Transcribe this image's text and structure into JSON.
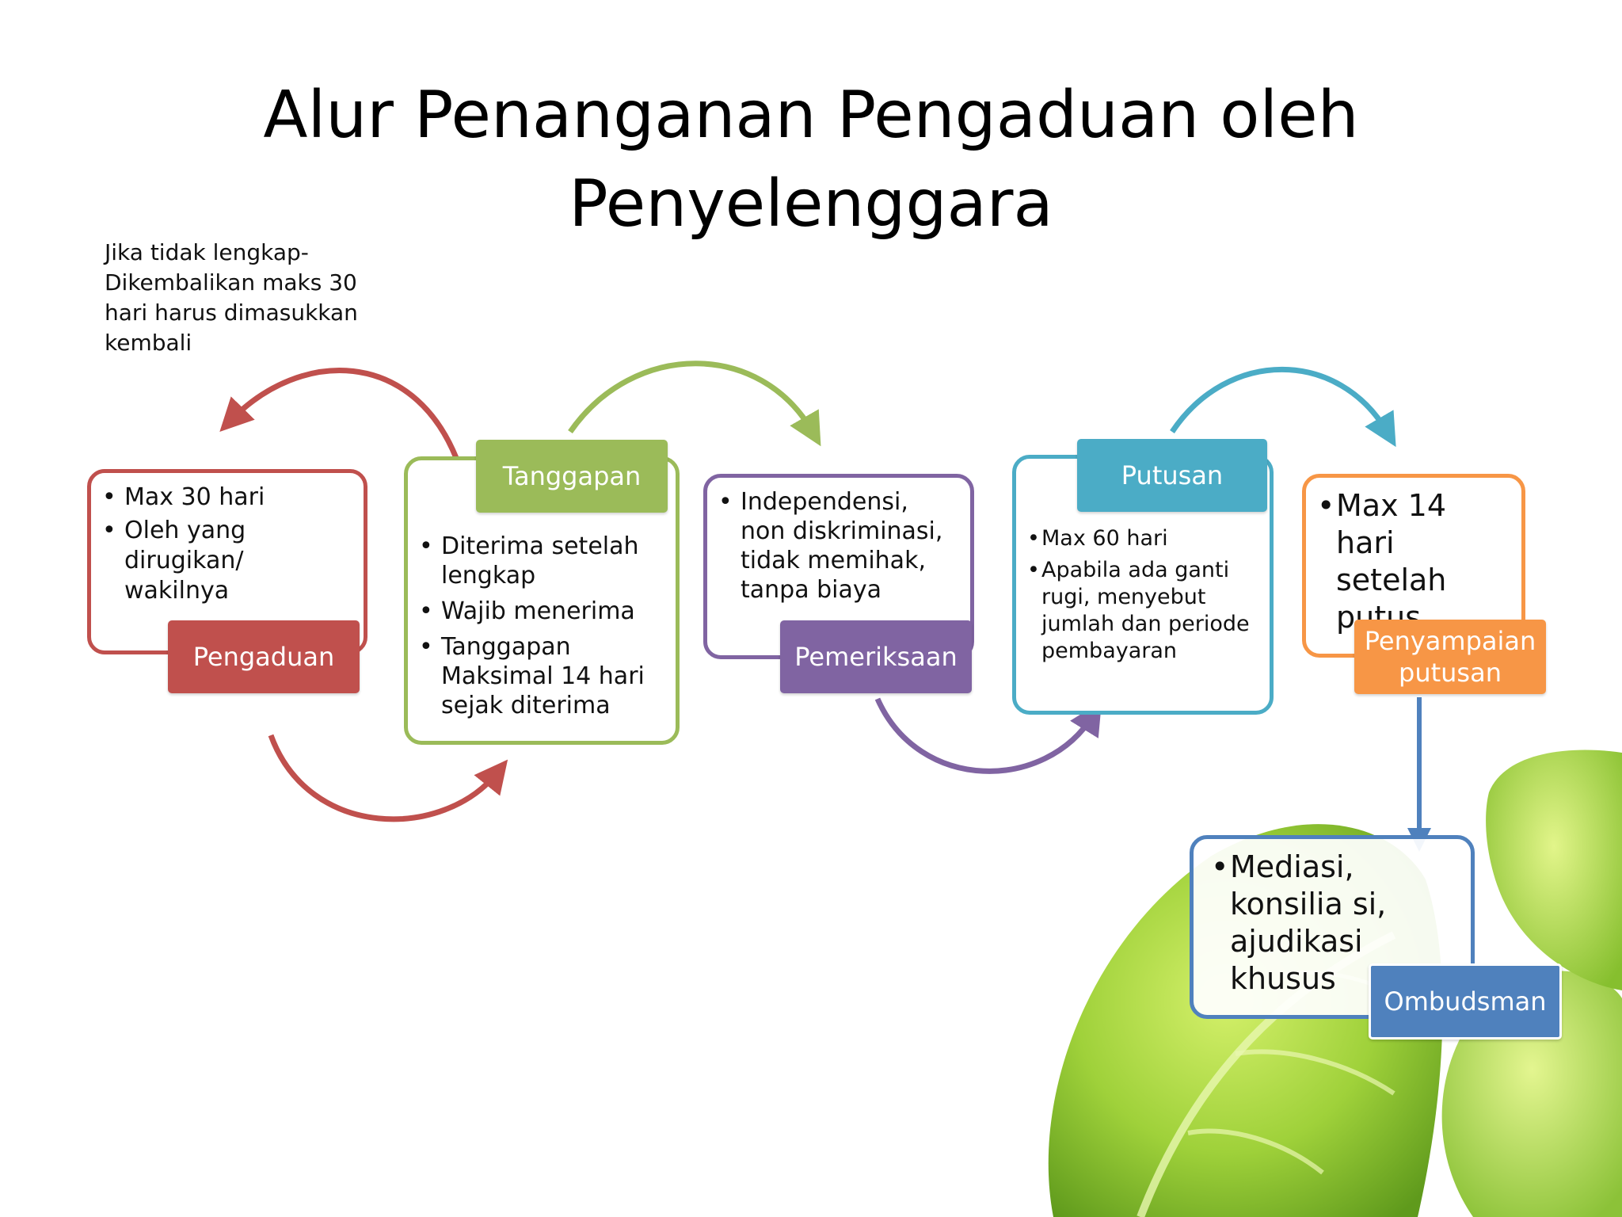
{
  "title": {
    "line1": "Alur Penanganan Pengaduan oleh",
    "line2": "Penyelenggara"
  },
  "note": {
    "line1": "Jika tidak lengkap-",
    "line2": "Dikembalikan maks 30",
    "line3": "hari harus dimasukkan",
    "line4": "kembali"
  },
  "steps": {
    "pengaduan": {
      "label": "Pengaduan",
      "color": "#c0504d",
      "bullets": [
        "Max 30 hari",
        "Oleh yang dirugikan/ wakilnya"
      ]
    },
    "tanggapan": {
      "label": "Tanggapan",
      "color": "#9bbb59",
      "bullets": [
        "Diterima setelah lengkap",
        "Wajib menerima",
        "Tanggapan Maksimal 14 hari sejak diterima"
      ]
    },
    "pemeriksaan": {
      "label": "Pemeriksaan",
      "color": "#8064a2",
      "bullets": [
        "Independensi, non diskriminasi, tidak memihak, tanpa biaya"
      ]
    },
    "putusan": {
      "label": "Putusan",
      "color": "#4bacc6",
      "bullets": [
        "Max 60 hari",
        "Apabila ada ganti rugi, menyebut jumlah dan periode pembayaran"
      ]
    },
    "penyampaian": {
      "label_line1": "Penyampaian",
      "label_line2": "putusan",
      "color": "#f79646",
      "bullets": [
        "Max 14 hari setelah putus"
      ]
    },
    "ombudsman": {
      "label": "Ombudsman",
      "color": "#4f81bd",
      "bullets": [
        "Mediasi, konsilia si, ajudikasi khusus"
      ]
    }
  }
}
